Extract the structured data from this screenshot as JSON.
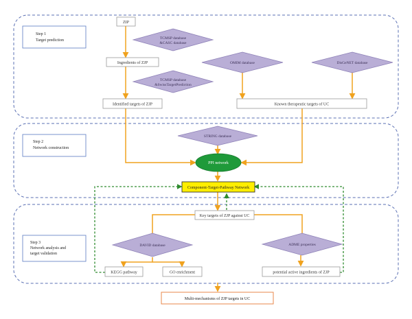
{
  "colors": {
    "dashed_blue": "#5a6fb3",
    "step_box_border": "#6b88c9",
    "flow_arrow": "#f0a21e",
    "diamond_fill": "#b9aed6",
    "diamond_stroke": "#8d80b7",
    "ellipse_fill": "#1f9a3a",
    "highlight_fill": "#ffee00",
    "feedback_green": "#2e8b2e",
    "final_border": "#e8874a"
  },
  "steps": {
    "step1": [
      "Step 1",
      "Target prediction"
    ],
    "step2": [
      "Step 2",
      "Network construction"
    ],
    "step3": [
      "Step 3",
      "Network analysis and",
      "target validation"
    ]
  },
  "boxes": {
    "zip": "ZIP",
    "ingredients": "Ingredients of ZJP",
    "identified": "Identified targets of ZJP",
    "known": "Known therapeutic targets of UC",
    "ctp_network": "Component-Target-Pathway Network",
    "key_targets": "Key targets of ZJP against UC",
    "kegg": "KEGG pathway",
    "go": "GO enrichment",
    "potential": "potential active ingredients of ZJP",
    "final": "Multi-mechanisms of ZJP targets in UC"
  },
  "diamonds": {
    "tcmsp_casc": [
      "TCMSP database",
      "&CASC database"
    ],
    "tcmsp_swiss": [
      "TCMSP database",
      "&SwissTargetPrediction"
    ],
    "omim": [
      "OMIM database"
    ],
    "disgenet": [
      "DisGeNET database"
    ],
    "string": [
      "STRING database"
    ],
    "david": [
      "DAVID database"
    ],
    "adme": [
      "ADME properties"
    ]
  },
  "ellipse": {
    "ppi": "PPI network"
  }
}
